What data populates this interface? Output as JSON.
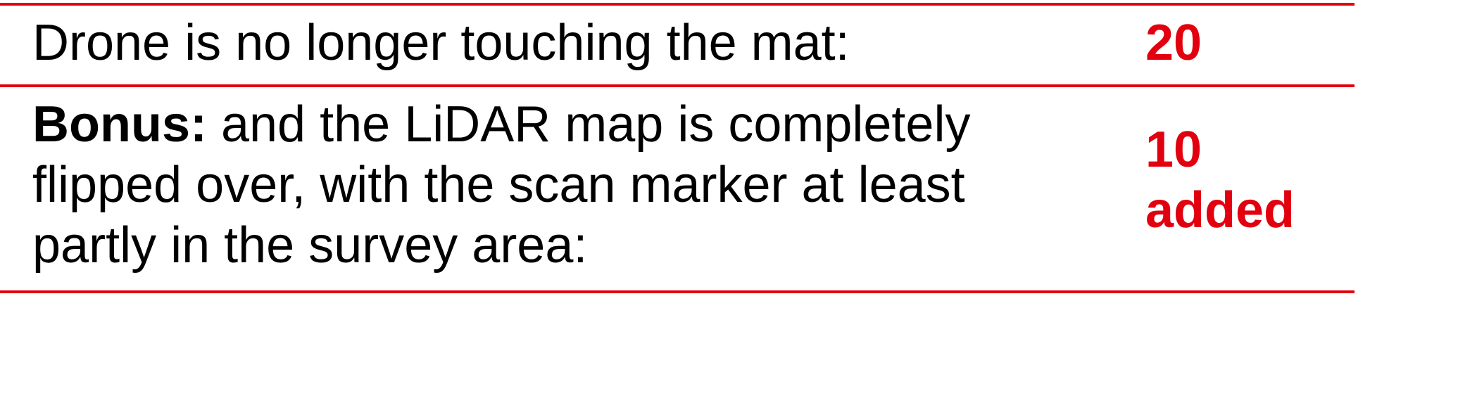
{
  "colors": {
    "accent": "#e2000f",
    "text": "#000000",
    "background": "#ffffff"
  },
  "rows": [
    {
      "description_lines": [
        "Drone is no longer touching the mat:"
      ],
      "points_lines": [
        "20"
      ]
    },
    {
      "label": "Bonus:",
      "description_lines": [
        " and the LiDAR map is completely",
        "flipped over, with the scan marker at least",
        "partly in the survey area:"
      ],
      "points_lines": [
        "10",
        "added"
      ]
    }
  ]
}
